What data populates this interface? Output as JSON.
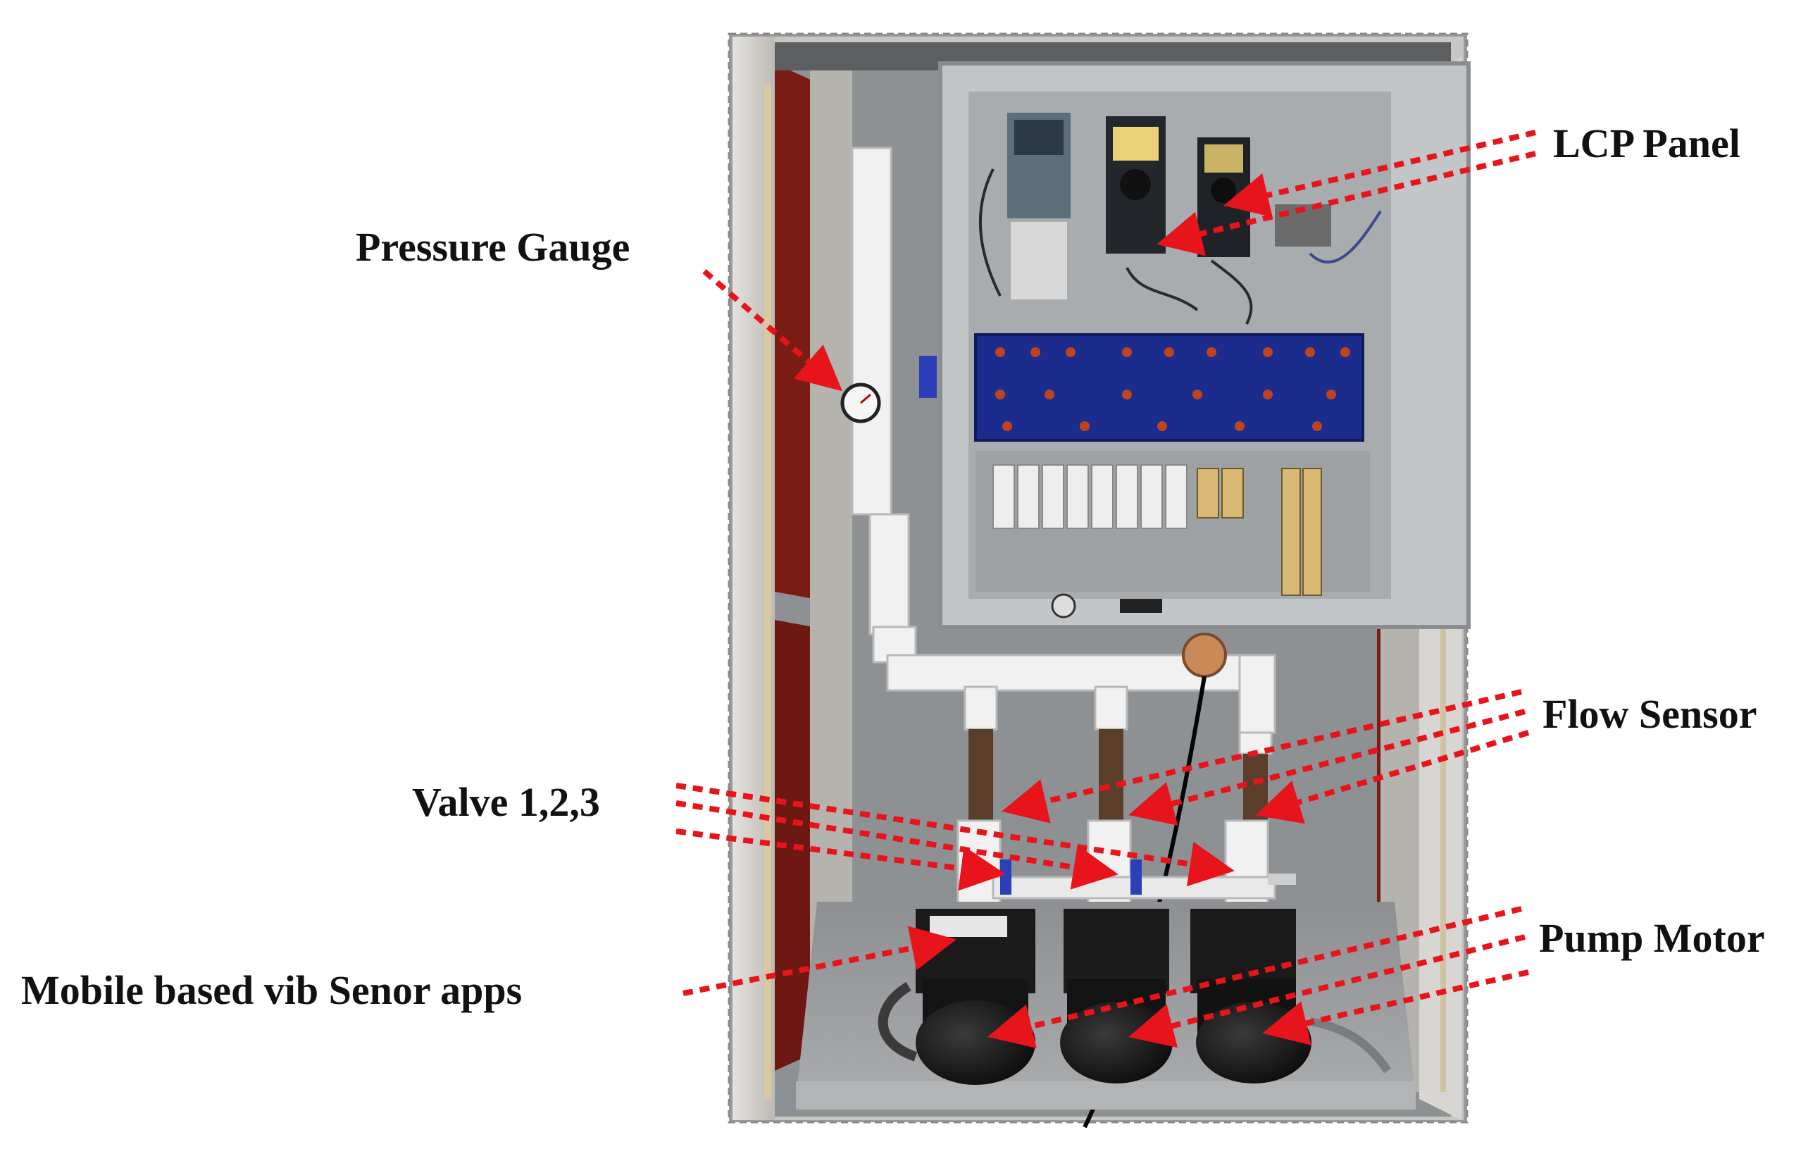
{
  "labels": {
    "lcp_panel": "LCP Panel",
    "pressure_gauge": "Pressure Gauge",
    "flow_sensor": "Flow Sensor",
    "valves": "Valve 1,2,3",
    "pump_motor": "Pump Motor",
    "mobile_app": "Mobile based vib Senor apps"
  },
  "colors": {
    "arrow": "#e8141b",
    "cabinet_frame": "#c9c7c3",
    "cabinet_interior": "#7a1c16",
    "panel_back": "#b8bcbf",
    "terminal_board": "#1b2c8c",
    "pipe": "#f1f1f1",
    "motor": "#151515",
    "label_text": "#111111"
  }
}
